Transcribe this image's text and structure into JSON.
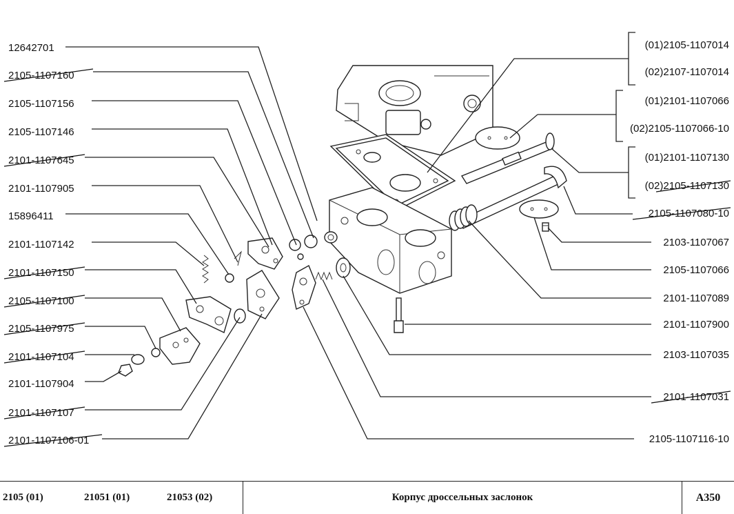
{
  "left_labels": [
    {
      "text": "12642701",
      "struck": false
    },
    {
      "text": "2105-1107160",
      "struck": true
    },
    {
      "text": "2105-1107156",
      "struck": false
    },
    {
      "text": "2105-1107146",
      "struck": false
    },
    {
      "text": "2101-1107645",
      "struck": true
    },
    {
      "text": "2101-1107905",
      "struck": false
    },
    {
      "text": "15896411",
      "struck": false
    },
    {
      "text": "2101-1107142",
      "struck": false
    },
    {
      "text": "2101-1107150",
      "struck": true
    },
    {
      "text": "2105-1107100",
      "struck": true
    },
    {
      "text": "2105-1107975",
      "struck": true
    },
    {
      "text": "2101-1107104",
      "struck": true
    },
    {
      "text": "2101-1107904",
      "struck": false
    },
    {
      "text": "2101-1107107",
      "struck": true
    },
    {
      "text": "2101-1107106-01",
      "struck": true
    }
  ],
  "right_labels": [
    {
      "text": "(01)2105-1107014",
      "struck": false
    },
    {
      "text": "(02)2107-1107014",
      "struck": false
    },
    {
      "text": "(01)2101-1107066",
      "struck": false
    },
    {
      "text": "(02)2105-1107066-10",
      "struck": false
    },
    {
      "text": "(01)2101-1107130",
      "struck": false
    },
    {
      "text": "(02)2105-1107130",
      "struck": true
    },
    {
      "text": "2105-1107080-10",
      "struck": true
    },
    {
      "text": "2103-1107067",
      "struck": false
    },
    {
      "text": "2105-1107066",
      "struck": false
    },
    {
      "text": "2101-1107089",
      "struck": false
    },
    {
      "text": "2101-1107900",
      "struck": false
    },
    {
      "text": "2103-1107035",
      "struck": false
    },
    {
      "text": "2101-1107031",
      "struck": true
    },
    {
      "text": "2105-1107116-10",
      "struck": false
    }
  ],
  "footer": {
    "model_1": "2105 (01)",
    "model_2": "21051 (01)",
    "model_3": "21053 (02)",
    "title": "Корпус дроссельных заслонок",
    "page_code": "A350"
  }
}
